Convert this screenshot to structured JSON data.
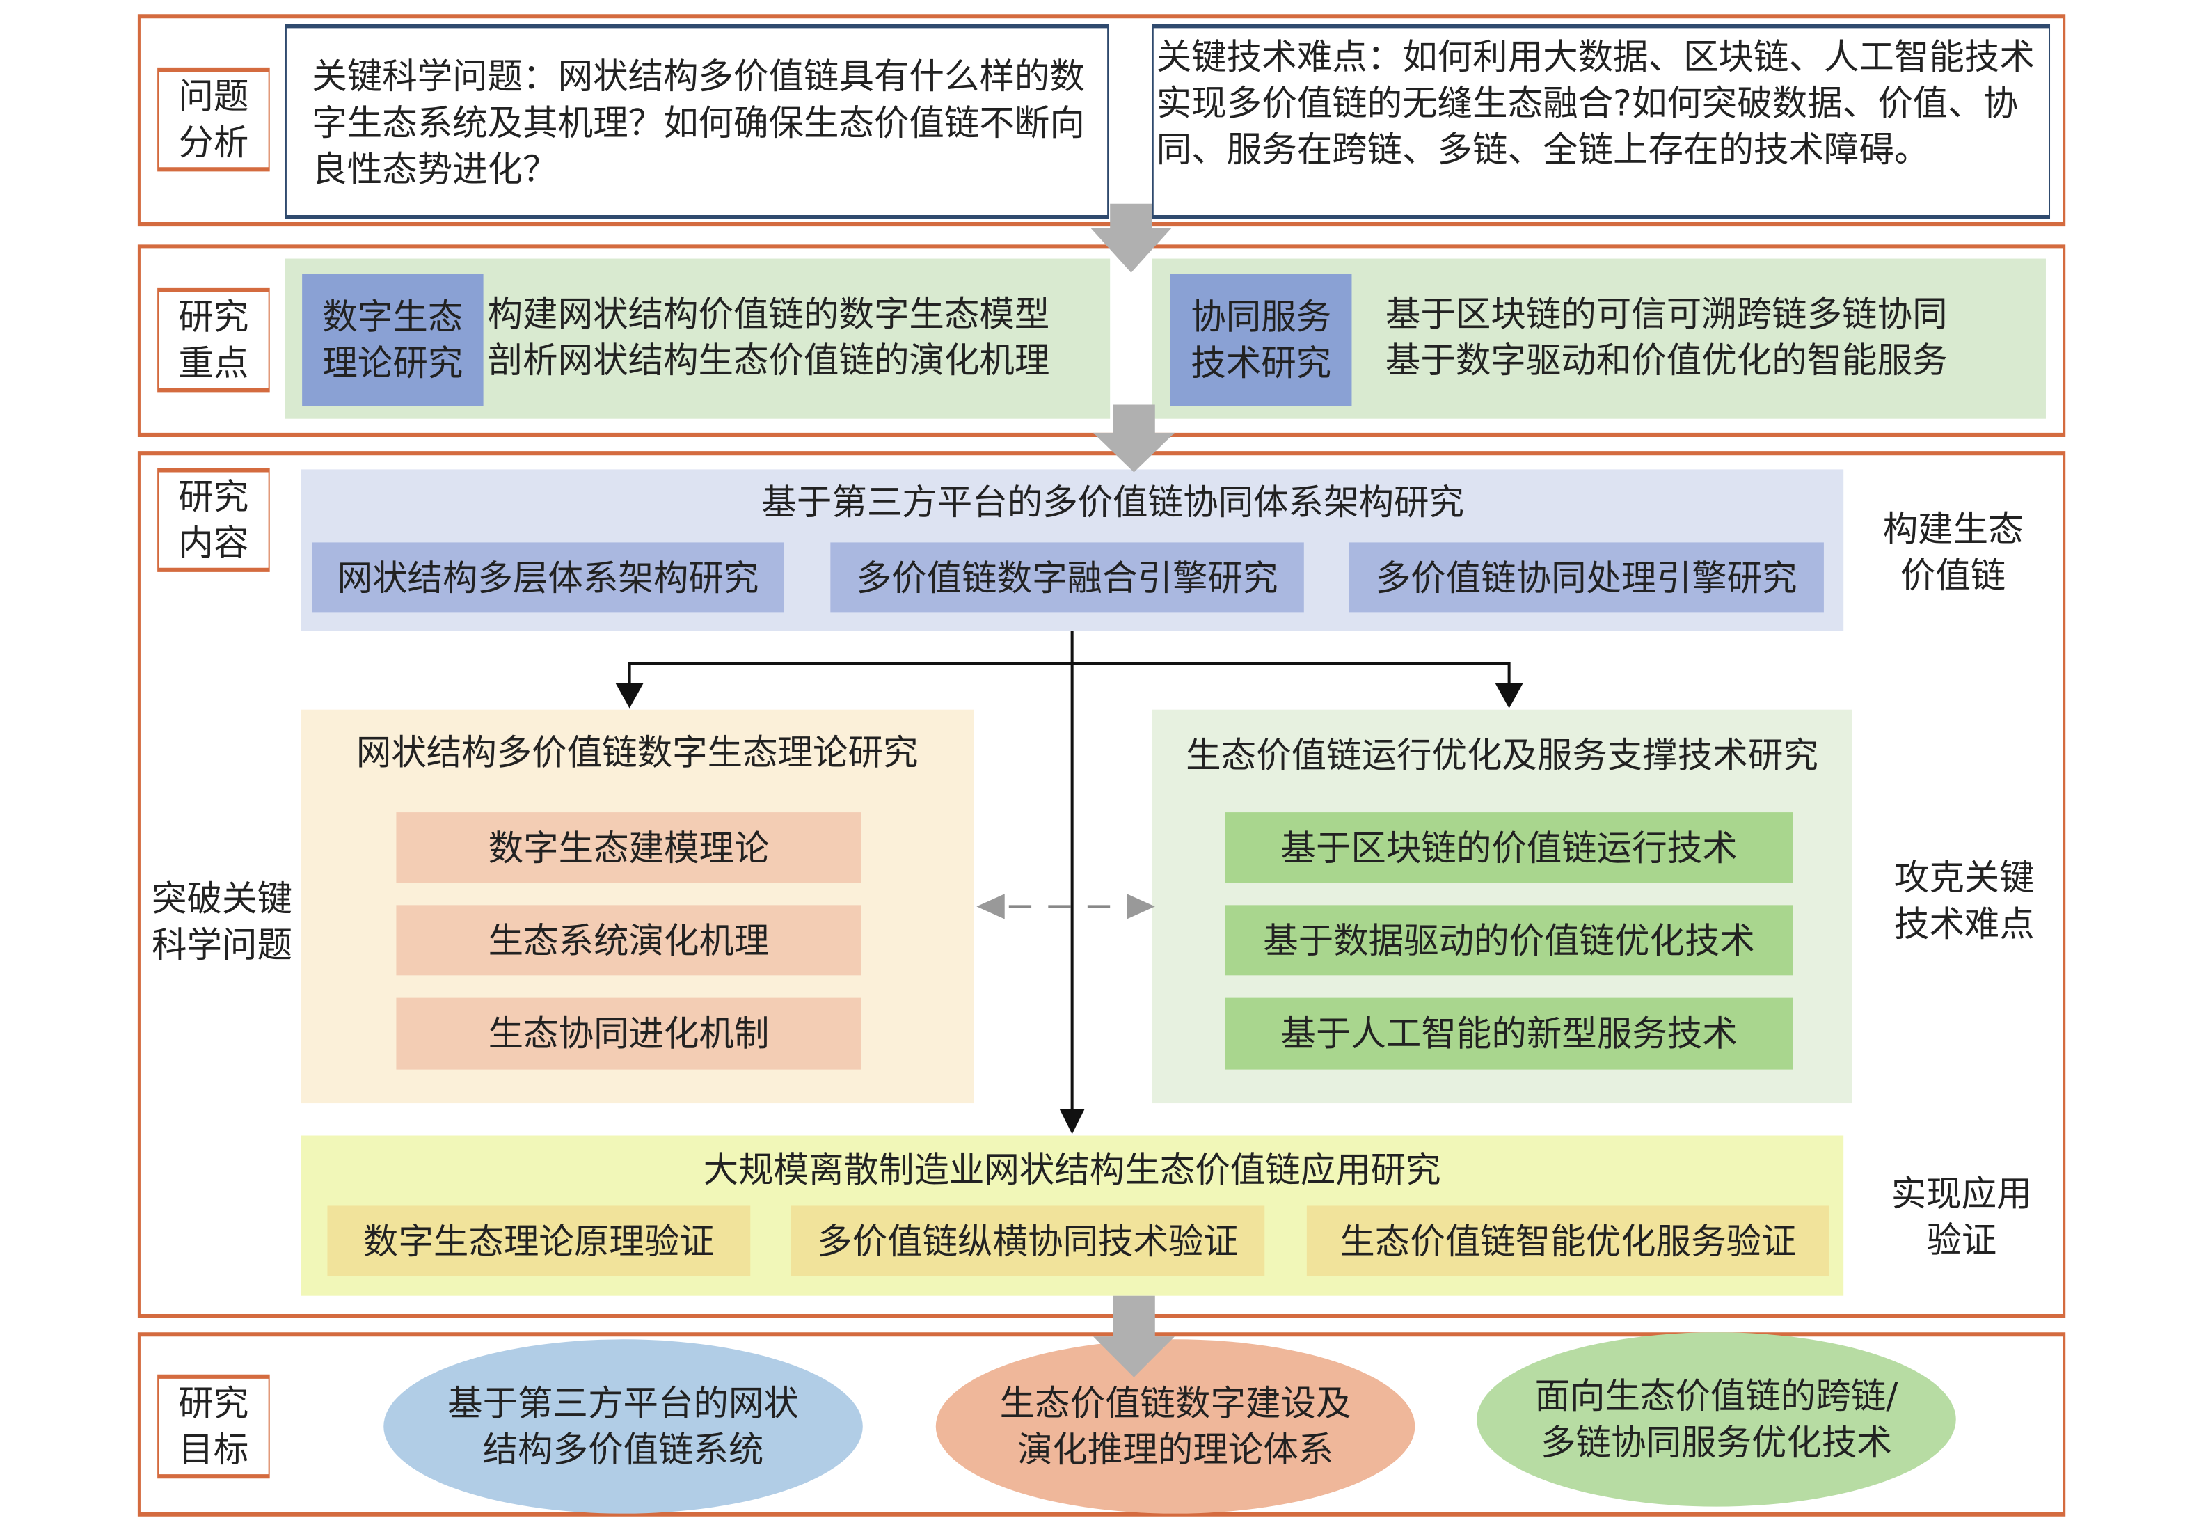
{
  "problem_analysis": {
    "label": "问题\n分析",
    "science_question": "关键科学问题：网状结构多价值链具有什么样的数字生态系统及其机理？如何确保生态价值链不断向良性态势进化？",
    "tech_difficulty": "关键技术难点：如何利用大数据、区块链、人工智能技术实现多价值链的无缝生态融合?如何突破数据、价值、协同、服务在跨链、多链、全链上存在的技术障碍。"
  },
  "research_focus": {
    "label": "研究\n重点",
    "left": {
      "tag": "数字生态\n理论研究",
      "lines": [
        "构建网状结构价值链的数字生态模型",
        "剖析网状结构生态价值链的演化机理"
      ]
    },
    "right": {
      "tag": "协同服务\n技术研究",
      "lines": [
        "基于区块链的可信可溯跨链多链协同",
        "基于数字驱动和价值优化的智能服务"
      ]
    }
  },
  "research_content": {
    "label": "研究\n内容",
    "platform": {
      "title": "基于第三方平台的多价值链协同体系架构研究",
      "items": [
        "网状结构多层体系架构研究",
        "多价值链数字融合引擎研究",
        "多价值链协同处理引擎研究"
      ],
      "side": "构建生态\n价值链"
    },
    "theory": {
      "title": "网状结构多价值链数字生态理论研究",
      "items": [
        "数字生态建模理论",
        "生态系统演化机理",
        "生态协同进化机制"
      ],
      "side": "突破关键\n科学问题"
    },
    "tech": {
      "title": "生态价值链运行优化及服务支撑技术研究",
      "items": [
        "基于区块链的价值链运行技术",
        "基于数据驱动的价值链优化技术",
        "基于人工智能的新型服务技术"
      ],
      "side": "攻克关键\n技术难点"
    },
    "application": {
      "title": "大规模离散制造业网状结构生态价值链应用研究",
      "items": [
        "数字生态理论原理验证",
        "多价值链纵横协同技术验证",
        "生态价值链智能优化服务验证"
      ],
      "side": "实现应用\n验证"
    }
  },
  "research_goal": {
    "label": "研究\n目标",
    "goals": [
      "基于第三方平台的网状\n结构多价值链系统",
      "生态价值链数字建设及\n演化推理的理论体系",
      "面向生态价值链的跨链/\n多链协同服务优化技术"
    ]
  },
  "colors": {
    "section_border": "#d46b3f",
    "navy": "#2f4a6e",
    "blue_tag": "#8aa1d4",
    "green_bg": "#d9ead0",
    "lavender": "#dde3f2",
    "lav_item": "#aab8e0",
    "cream": "#fbf0d9",
    "pink": "#f3cdb4",
    "light_green": "#e7f1e0",
    "green_item": "#a9d68e",
    "yellow": "#f1f7b8",
    "yellow_item": "#f1e39b",
    "goal1": "#b1cde6",
    "goal2": "#efb79a",
    "goal3": "#b7dca3",
    "arrow": "#b0b0b0"
  }
}
